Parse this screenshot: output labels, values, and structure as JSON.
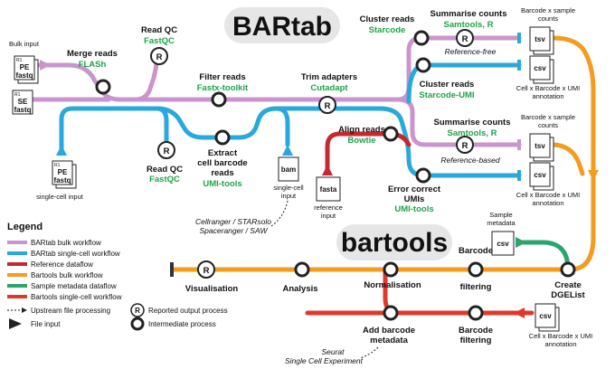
{
  "titles": {
    "bartab": "BARtab",
    "bartools": "bartools"
  },
  "colors": {
    "bulk": "#c995cc",
    "single_cell": "#29a8dc",
    "reference": "#c62830",
    "bartools_bulk": "#f39c1e",
    "sample_metadata": "#2aa56b",
    "bartools_single_cell": "#e0392a",
    "green_text": "#1fa34a",
    "pill_bg": "#e6e6e6"
  },
  "inputs": {
    "bulk_input": "Bulk input",
    "pe_fastq": [
      "PE",
      "fastq"
    ],
    "se_fastq": [
      "SE",
      "fastq"
    ],
    "sc_pe_fastq": [
      "PE",
      "fastq"
    ],
    "single_cell_input": "single-cell input",
    "bam": "bam",
    "bam_caption": [
      "single-cell",
      "input"
    ],
    "fasta": "fasta",
    "fasta_caption": [
      "reference",
      "input"
    ],
    "doc_number": "R1"
  },
  "upstream_note": [
    "Cellranger / STARsolo",
    "Spaceranger / SAW"
  ],
  "bartab_steps": {
    "merge_reads": {
      "label": "Merge reads",
      "tool": "FLASh"
    },
    "read_qc_top": {
      "label": "Read QC",
      "tool": "FastQC"
    },
    "filter_reads": {
      "label": "Filter reads",
      "tool": "Fastx-toolkit"
    },
    "trim_adapters": {
      "label": "Trim adapters",
      "tool": "Cutadapt"
    },
    "read_qc_bottom": {
      "label": "Read QC",
      "tool": "FastQC"
    },
    "extract_barcodes": {
      "label": [
        "Extract",
        "cell barcode",
        "reads"
      ],
      "tool": "UMI-tools"
    },
    "cluster_reads_1": {
      "label": "Cluster reads",
      "tool": "Starcode"
    },
    "summarise_1": {
      "label": "Summarise counts",
      "tool": "Samtools, R"
    },
    "reference_free": "Reference-free",
    "cluster_reads_2": {
      "label": "Cluster reads",
      "tool": "Starcode-UMI"
    },
    "align_reads": {
      "label": "Align reads",
      "tool": "Bowtie"
    },
    "summarise_2": {
      "label": "Summarise counts",
      "tool": "Samtools, R"
    },
    "reference_based": "Reference-based",
    "error_correct": {
      "label": [
        "Error correct",
        "UMIs"
      ],
      "tool": "UMI-tools"
    }
  },
  "outputs": {
    "tsv1": {
      "file": "tsv",
      "caption": [
        "Barcode x sample",
        "counts"
      ]
    },
    "csv1": {
      "file": "csv",
      "caption": [
        "Cell x Barcode x UMI",
        "annotation"
      ]
    },
    "tsv2": {
      "file": "tsv",
      "caption": [
        "Barcode x sample",
        "counts"
      ]
    },
    "csv2": {
      "file": "csv",
      "caption": [
        "Cell x Barcode x UMI",
        "annotation"
      ]
    }
  },
  "sample_metadata": {
    "caption": [
      "Sample",
      "metadata"
    ],
    "file": "csv"
  },
  "bartools_steps": {
    "create": [
      "Create",
      "DGEList"
    ],
    "barcode_filtering_top": [
      "Barcode",
      "filtering"
    ],
    "normalisation": "Normalisation",
    "analysis": "Analysis",
    "visualisation": "Visualisation",
    "barcode_filtering_bottom": [
      "Barcode",
      "filtering"
    ],
    "add_metadata": [
      "Add barcode",
      "metadata"
    ]
  },
  "bartools_sc_input": {
    "file": "csv",
    "caption": [
      "Cell x Barcode x UMI",
      "annotation"
    ]
  },
  "seurat_note": [
    "Seurat",
    "Single Cell Experiment"
  ],
  "legend": {
    "title": "Legend",
    "items": [
      {
        "label": "BARtab bulk workflow",
        "color": "#c995cc"
      },
      {
        "label": "BARtab single-cell workflow",
        "color": "#29a8dc"
      },
      {
        "label": "Reference dataflow",
        "color": "#c62830"
      },
      {
        "label": "Bartools bulk workflow",
        "color": "#f39c1e"
      },
      {
        "label": "Sample metadata dataflow",
        "color": "#2aa56b"
      },
      {
        "label": "Bartools single-cell workflow",
        "color": "#e0392a"
      }
    ],
    "upstream": "Upstream file processing",
    "file_input": "File input",
    "reported": "Reported output process",
    "intermediate": "Intermediate process",
    "r_mark": "R"
  }
}
